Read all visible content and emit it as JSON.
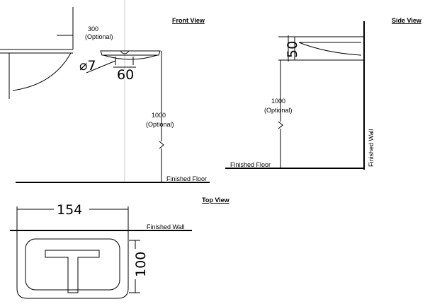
{
  "views": {
    "front": "Front View",
    "side": "Side View",
    "top": "Top View"
  },
  "dims": {
    "front_width_value": "300",
    "front_width_note": "(Optional)",
    "hole_diameter": "⌀7",
    "hole_spacing": "60",
    "front_height_value": "1000",
    "front_height_note": "(Optional)",
    "side_depth": "50",
    "side_height_value": "1000",
    "side_height_note": "(Optional)",
    "top_width": "154",
    "top_depth": "100"
  },
  "labels": {
    "finished_floor_front": "Finished Floor",
    "finished_floor_side": "Finished Floor",
    "finished_wall_side": "Finished Wall",
    "finished_wall_top": "Finished Wall"
  }
}
